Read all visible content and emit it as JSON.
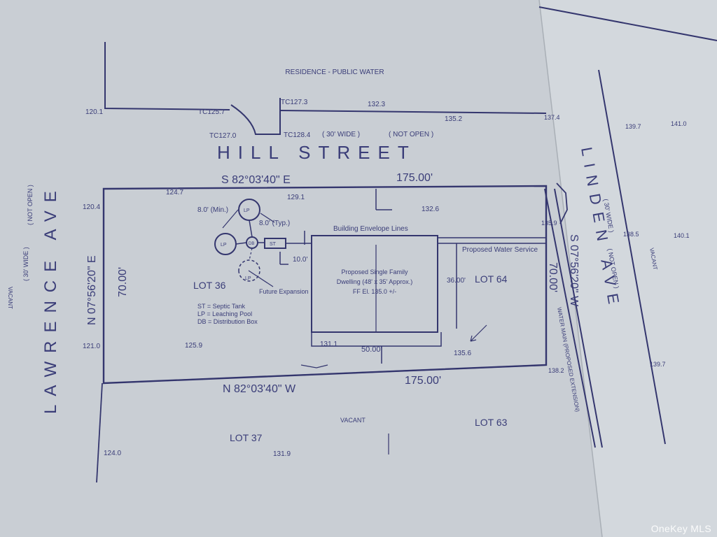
{
  "streets": {
    "hill": "HILL STREET",
    "lawrence": "LAWRENCE AVE",
    "lawrence_width": "( 30' WIDE )",
    "lawrence_status": "( NOT OPEN )",
    "linden": "LINDEN AVE",
    "linden_width": "( 30' WIDE )",
    "linden_status": "( NOT OPEN )",
    "hill_width": "( 30' WIDE )",
    "hill_status": "( NOT OPEN )"
  },
  "neighbors": {
    "north": "RESIDENCE - PUBLIC WATER",
    "east": "VACANT",
    "west": "VACANT",
    "south": "VACANT"
  },
  "lots": {
    "subject": "LOT 36",
    "east": "LOT 64",
    "south": "LOT 37",
    "southeast": "LOT 63"
  },
  "bearings": {
    "north_line": "S 82°03'40\" E",
    "north_dist": "175.00'",
    "south_line": "N 82°03'40\" W",
    "south_dist": "175.00'",
    "west_line": "N 07°56'20\" E",
    "west_dist": "70.00'",
    "east_line": "S 07°56'20\" W",
    "east_dist": "70.00'"
  },
  "dimensions": {
    "setback_front": "10.0'",
    "house_depth": "36.00'",
    "house_width": "50.00'",
    "septic_min": "8.0' (Min.)",
    "septic_typ": "8.0' (Typ.)"
  },
  "elevations": {
    "e120_1": "120.1",
    "e132_3": "132.3",
    "e137_4": "137.4",
    "e135_2": "135.2",
    "e139_7a": "139.7",
    "e141_0": "141.0",
    "e124_7": "124.7",
    "e129_1": "129.1",
    "e120_4": "120.4",
    "e132_6": "132.6",
    "e135_9": "135.9",
    "e138_5": "138.5",
    "e140_1": "140.1",
    "e121_0": "121.0",
    "e125_9": "125.9",
    "e131_1": "131.1",
    "e135_6": "135.6",
    "e138_2": "138.2",
    "e139_7b": "139.7",
    "e124_0": "124.0",
    "e131_9": "131.9"
  },
  "tc_points": {
    "tc127_3": "TC127.3",
    "tc125_7": "TC125.7",
    "tc127_0": "TC127.0",
    "tc128_4": "TC128.4"
  },
  "labels": {
    "envelope": "Building Envelope Lines",
    "water_service": "Proposed Water Service",
    "water_main": "WATER MAIN (PROPOSED EXTENSION)",
    "dwelling_1": "Proposed Single Family",
    "dwelling_2": "Dwelling (48' x 35' Approx.)",
    "dwelling_3": "FF El. 135.0 +/-",
    "future": "Future Expansion",
    "lp": "LP",
    "db": "DB",
    "st": "ST"
  },
  "legend": [
    "ST = Septic Tank",
    "LP = Leaching Pool",
    "DB = Distribution Box"
  ],
  "watermark": "OneKey MLS"
}
